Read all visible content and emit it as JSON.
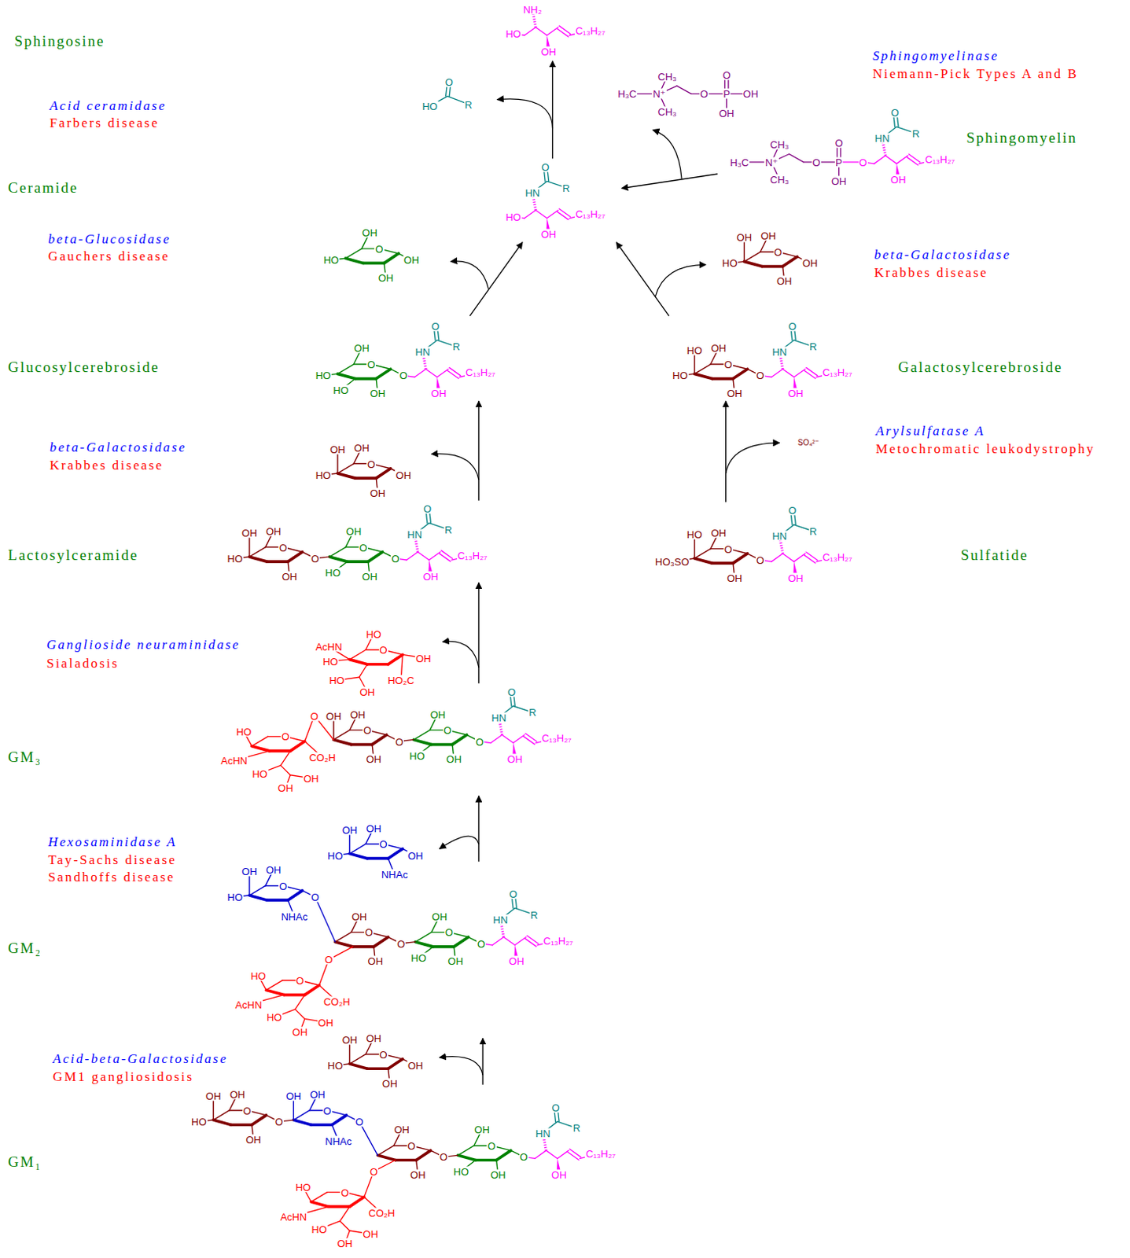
{
  "diagram": {
    "nodes": [
      {
        "text": [
          "Sphingosine"
        ]
      },
      {
        "text": [
          "Sphingomyelin"
        ]
      },
      {
        "text": [
          "Ceramide"
        ]
      },
      {
        "text": [
          "Glucosylcerebroside"
        ]
      },
      {
        "text": [
          "Galactosylcerebroside"
        ]
      },
      {
        "text": [
          "Lactosylceramide"
        ]
      },
      {
        "text": [
          "Sulfatide"
        ]
      },
      {
        "text": [
          "GM₃"
        ]
      },
      {
        "text": [
          "GM₂"
        ]
      },
      {
        "text": [
          "GM₁"
        ]
      }
    ],
    "edges": [
      {
        "from": 1,
        "to": 2,
        "arrow": "to"
      },
      {
        "from": 2,
        "to": 0,
        "arrow": "to"
      },
      {
        "from": 3,
        "to": 2,
        "arrow": "to"
      },
      {
        "from": 4,
        "to": 2,
        "arrow": "to"
      },
      {
        "from": 5,
        "to": 3,
        "arrow": "to"
      },
      {
        "from": 6,
        "to": 4,
        "arrow": "to"
      },
      {
        "from": 7,
        "to": 5,
        "arrow": "to"
      },
      {
        "from": 8,
        "to": 7,
        "arrow": "to"
      },
      {
        "from": 9,
        "to": 8,
        "arrow": "to"
      }
    ],
    "labels": [
      "Acid ceramidase",
      "Farbers disease",
      "beta-Glucosidase",
      "Gauchers disease",
      "beta-Galactosidase",
      "Krabbes disease",
      "Ganglioside neuraminidase",
      "Sialadosis",
      "Hexosaminidase A",
      "Tay-Sachs disease",
      "Sandhoffs disease",
      "Acid-beta-Galactosidase",
      "GM1 gangliosidosis",
      "Sphingomyelinase",
      "Niemann-Pick Types A and B",
      "beta-Galactosidase",
      "Krabbes disease",
      "Arylsulfatase A",
      "Metochromatic leukodystrophy",
      "SO₄²⁻",
      "HO",
      "NH₂",
      "OH",
      "C₁₃H₂₇",
      "O",
      "HO",
      "R",
      "CH₃",
      "H₃C",
      "N⁺",
      "CH₃",
      "O",
      "P",
      "O",
      "OH",
      "OH",
      "CH₃",
      "H₃C",
      "N⁺",
      "CH₃",
      "O",
      "P",
      "O",
      "OH",
      "O",
      "HN",
      "O",
      "R",
      "OH",
      "C₁₃H₂₇",
      "HO",
      "HN",
      "O",
      "R",
      "OH",
      "C₁₃H₂₇",
      "OH",
      "HO",
      "O",
      "OH",
      "OH",
      "OH",
      "OH",
      "HO",
      "O",
      "OH",
      "OH",
      "OH",
      "HO",
      "HO",
      "O",
      "OH",
      "O",
      "HN",
      "O",
      "R",
      "OH",
      "C₁₃H₂₇",
      "HO",
      "OH",
      "HO",
      "O",
      "OH",
      "O",
      "HN",
      "O",
      "R",
      "OH",
      "C₁₃H₂₇",
      "OH",
      "OH",
      "HO",
      "O",
      "OH",
      "O",
      "OH",
      "HO",
      "O",
      "OH",
      "O",
      "HN",
      "O",
      "R",
      "OH",
      "C₁₃H₂₇",
      "OH",
      "OH",
      "HO",
      "O",
      "OH",
      "OH",
      "HO",
      "OH",
      "HO₃SO",
      "O",
      "OH",
      "O",
      "HN",
      "O",
      "R",
      "OH",
      "C₁₃H₂₇",
      "HO",
      "AcHN",
      "HO",
      "HO",
      "OH",
      "O",
      "OH",
      "HO₂C",
      "OH",
      "OH",
      "O",
      "OH",
      "O",
      "O",
      "CO₂H",
      "O",
      "HO",
      "AcHN",
      "HO",
      "OH",
      "OH",
      "OH",
      "HO",
      "O",
      "OH",
      "O",
      "HN",
      "O",
      "R",
      "OH",
      "C₁₃H₂₇",
      "OH",
      "OH",
      "HO",
      "O",
      "OH",
      "NHAc",
      "OH",
      "OH",
      "HO",
      "O",
      "NHAc",
      "O",
      "OH",
      "O",
      "OH",
      "O",
      "O",
      "CO₂H",
      "O",
      "HO",
      "AcHN",
      "HO",
      "OH",
      "OH",
      "OH",
      "HO",
      "O",
      "OH",
      "O",
      "HN",
      "O",
      "R",
      "OH",
      "C₁₃H₂₇",
      "OH",
      "OH",
      "HO",
      "O",
      "OH",
      "OH",
      "OH",
      "OH",
      "HO",
      "O",
      "OH",
      "O",
      "OH",
      "OH",
      "O",
      "NHAc",
      "O",
      "OH",
      "O",
      "OH",
      "O",
      "O",
      "CO₂H",
      "O",
      "HO",
      "AcHN",
      "HO",
      "OH",
      "OH",
      "OH",
      "HO",
      "O",
      "OH",
      "O",
      "HN",
      "O",
      "R",
      "OH",
      "C₁₃H₂₇"
    ]
  }
}
